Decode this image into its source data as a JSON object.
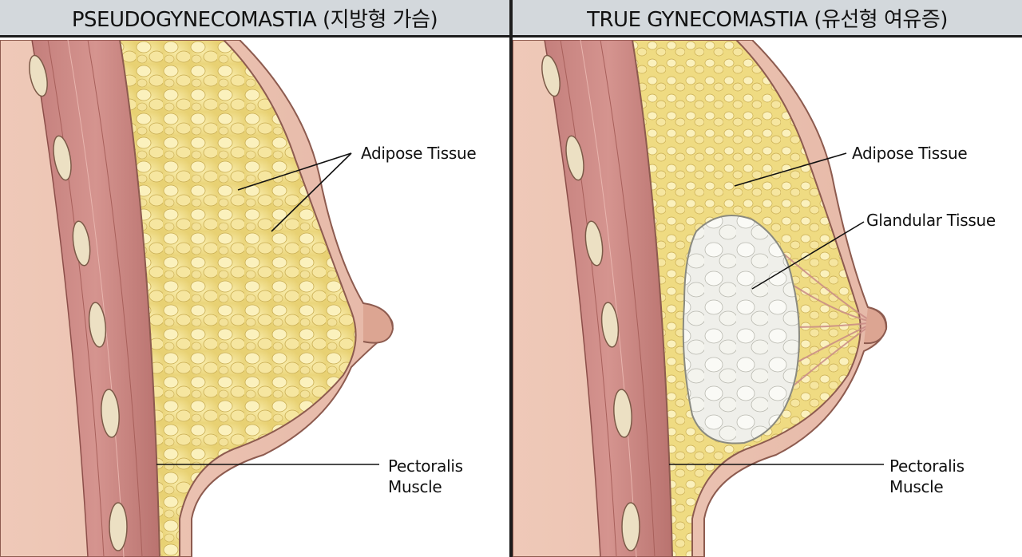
{
  "panels": [
    {
      "title": "PSEUDOGYNECOMASTIA (지방형 가슴)",
      "labels": {
        "adipose": "Adipose Tissue",
        "pectoralis_line1": "Pectoralis",
        "pectoralis_line2": "Muscle"
      }
    },
    {
      "title": "TRUE GYNECOMASTIA (유선형 여유증)",
      "labels": {
        "adipose": "Adipose Tissue",
        "glandular": "Glandular Tissue",
        "pectoralis_line1": "Pectoralis",
        "pectoralis_line2": "Muscle"
      }
    }
  ],
  "colors": {
    "header_bg": "#d3d8dc",
    "divider": "#1c1c1c",
    "skin": "#eac3b2",
    "muscle": "#c98a85",
    "fat": "#f1df8a",
    "gland": "#eeeeea",
    "rib": "#e9dcc0"
  }
}
